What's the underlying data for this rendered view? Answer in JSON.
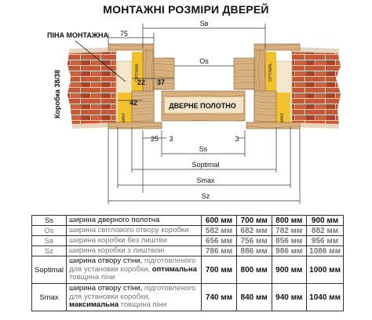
{
  "title": "МОНТАЖНІ РОЗМІРИ ДВЕРЕЙ",
  "diagram": {
    "foam_label": "ПІНА МОНТАЖНА",
    "box_label": "Коробка 38/38",
    "door_label": "ДВЕРНЕ ПОЛОТНО",
    "optimal_tag": "OPTIMAL",
    "max_tag": "MAX",
    "dims": {
      "d75": "75",
      "d22": "22",
      "d37": "37",
      "d42": "42",
      "d25": "25",
      "d3a": "3",
      "d3b": "3",
      "sv": "Sв",
      "os": "Os",
      "ss": "Ss",
      "sopt": "Soptimal",
      "smax": "Smax",
      "sz": "Sz"
    }
  },
  "table": {
    "rows": [
      {
        "sym": "Ss",
        "desc": "ширина дверного полотна",
        "values": [
          "600 мм",
          "700 мм",
          "800 мм",
          "900 мм"
        ],
        "grey": false
      },
      {
        "sym": "Os",
        "desc": "ширина світлового отвору коробки",
        "values": [
          "582 мм",
          "682 мм",
          "782 мм",
          "882 мм"
        ],
        "grey": true
      },
      {
        "sym": "Sв",
        "desc": "ширина коробки без лиштви",
        "values": [
          "656 мм",
          "756 мм",
          "856 мм",
          "956 мм"
        ],
        "grey": true
      },
      {
        "sym": "Sz",
        "desc": "ширина коробки з лиштвою",
        "values": [
          "786 мм",
          "886 мм",
          "986 мм",
          "1086 мм"
        ],
        "grey": true
      },
      {
        "sym": "Soptimal",
        "desc1": "ширина отвору стіни,",
        "desc2": "підготовленого для установки коробки,",
        "desc3": "оптимальна",
        "desc4": "товщина піни",
        "values": [
          "700 мм",
          "800 мм",
          "900 мм",
          "1000 мм"
        ],
        "grey": false
      },
      {
        "sym": "Smax",
        "desc1": "ширина отвору стіни,",
        "desc2": "підготовленого для установки коробки,",
        "desc3": "максимальна",
        "desc4": "товщина піни",
        "values": [
          "740 мм",
          "840 мм",
          "940 мм",
          "1040 мм"
        ],
        "grey": false
      }
    ]
  }
}
